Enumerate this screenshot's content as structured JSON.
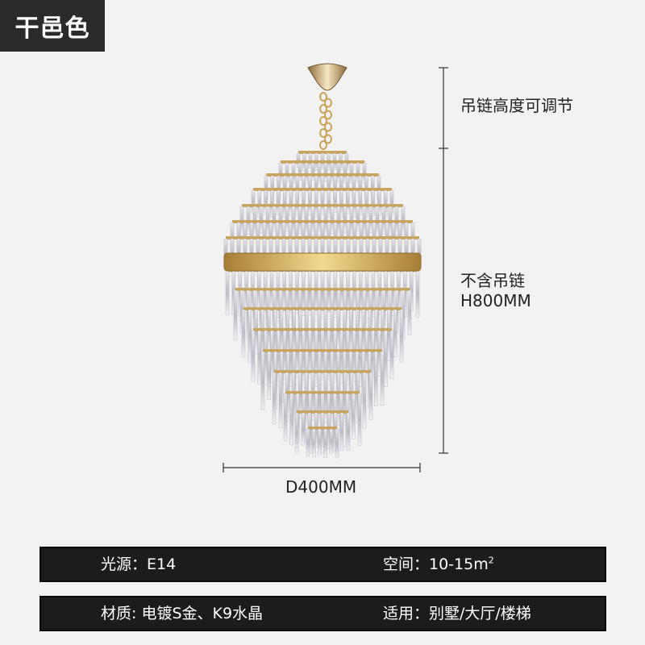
{
  "badge": {
    "text": "干邑色"
  },
  "dimensions": {
    "chain": "吊链高度可调节",
    "body_line1": "不含吊链",
    "body_line2": "H800MM",
    "diameter": "D400MM"
  },
  "specs": [
    {
      "left": "光源：E14",
      "right_prefix": "空间：10-15m",
      "right_sup": "2"
    },
    {
      "left": "材质: 电镀S金、K9水晶",
      "right_prefix": "适用：别墅/大厅/楼梯",
      "right_sup": ""
    }
  ],
  "colors": {
    "background": "#f2f2f2",
    "badge_bg": "#2a2a2a",
    "bar_bg": "#1c1c1c",
    "gold": "#c9a45a",
    "crystal": "#d8d8dc"
  }
}
